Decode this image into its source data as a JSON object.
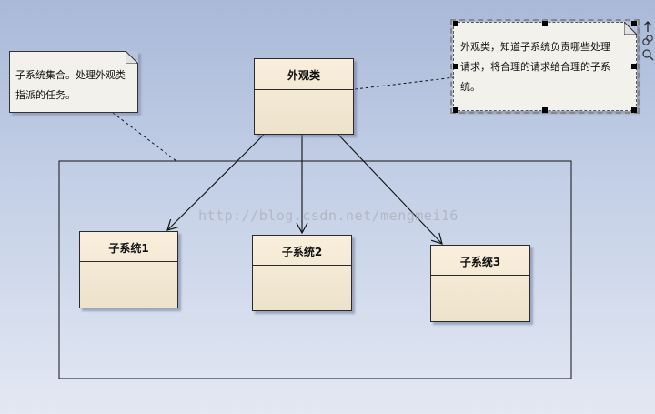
{
  "diagram": {
    "facade_class": "外观类",
    "subsystems": [
      "子系统1",
      "子系统2",
      "子系统3"
    ],
    "note_left": [
      "子系统集合。处理外观类",
      "指派的任务。"
    ],
    "note_right": [
      "外观类，知道子系统负责哪些处理",
      "请求，将合理的请求给合理的子系",
      "统。"
    ],
    "watermark": "http://blog.csdn.net/mengmei16"
  },
  "toolbar_icons": [
    "up-arrow-icon",
    "link-icon",
    "zoom-icon"
  ]
}
